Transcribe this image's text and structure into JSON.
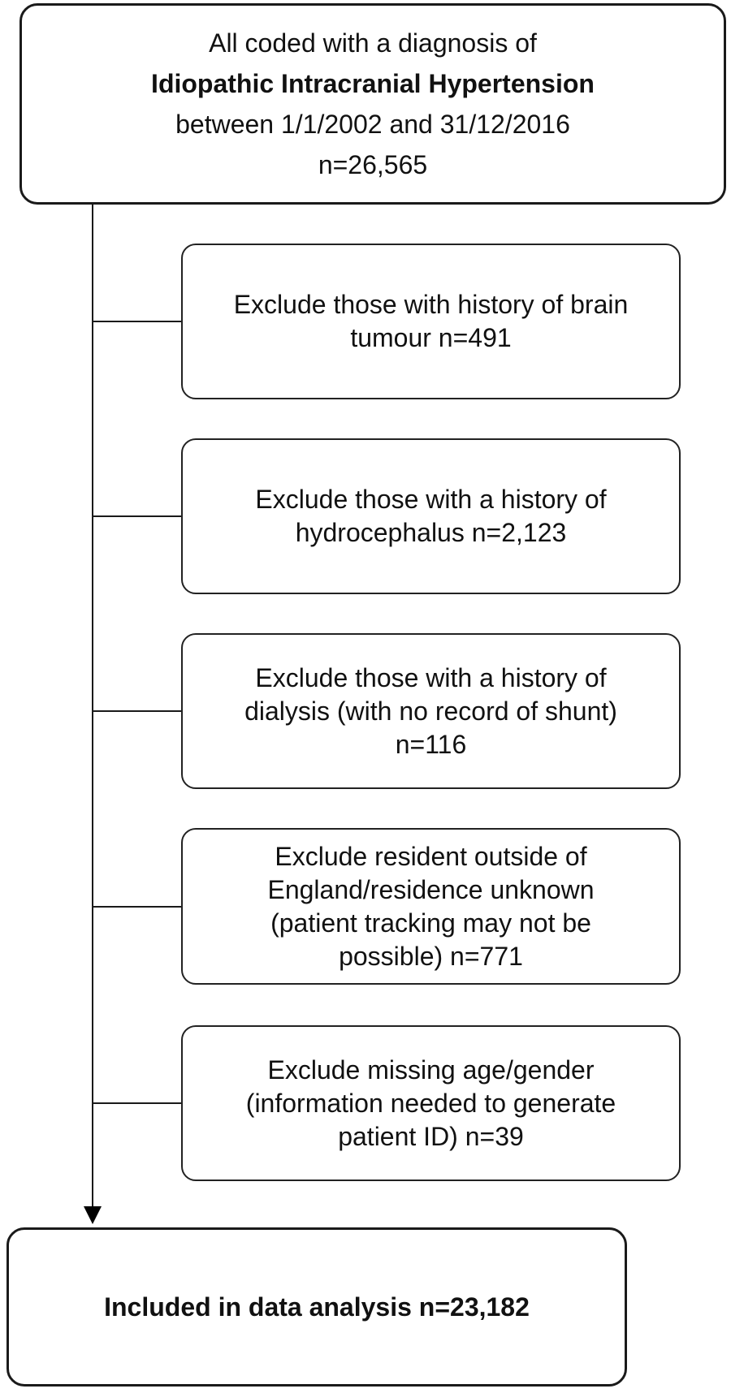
{
  "start": {
    "line1": "All coded with a diagnosis of",
    "line2": "Idiopathic Intracranial Hypertension",
    "line3": "between 1/1/2002 and 31/12/2016",
    "line4": "n=26,565"
  },
  "exclusions": [
    {
      "lines": [
        "Exclude those with history of brain",
        "tumour n=491"
      ]
    },
    {
      "lines": [
        "Exclude those with a history of",
        "hydrocephalus n=2,123"
      ]
    },
    {
      "lines": [
        "Exclude those with a history of",
        "dialysis (with no record of shunt)",
        "n=116"
      ]
    },
    {
      "lines": [
        "Exclude resident outside of",
        "England/residence unknown",
        "(patient tracking may not be",
        "possible) n=771"
      ]
    },
    {
      "lines": [
        "Exclude missing age/gender",
        "(information needed to generate",
        "patient ID) n=39"
      ]
    }
  ],
  "result": {
    "text": "Included in data analysis n=23,182"
  }
}
